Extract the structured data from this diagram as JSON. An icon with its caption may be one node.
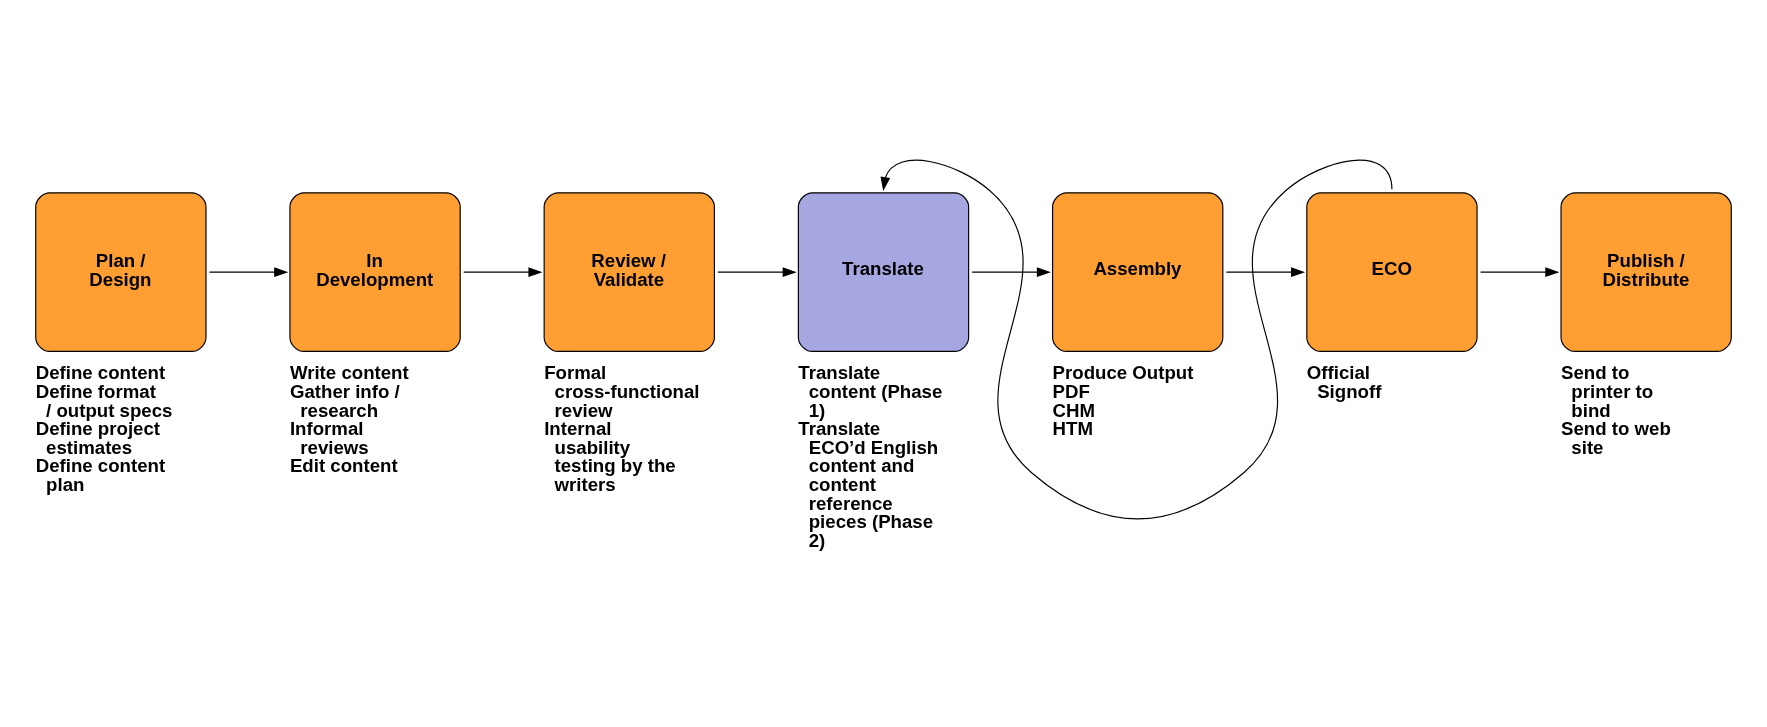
{
  "diagram": {
    "nodes": [
      {
        "text": [
          "Plan / Design"
        ],
        "beside": [
          "Define content",
          "Define format / output specs",
          "Define project estimates",
          "Define content plan"
        ]
      },
      {
        "text": [
          "In Development"
        ],
        "beside": [
          "Write content",
          "Gather info / research",
          "Informal reviews",
          "Edit content"
        ]
      },
      {
        "text": [
          "Review / Validate"
        ],
        "beside": [
          "Formal cross-functional review",
          "Internal usability testing by the writers"
        ]
      },
      {
        "text": [
          "Translate"
        ],
        "beside": [
          "Translate content (Phase 1)",
          "Translate ECO’d English content and content reference pieces (Phase 2)"
        ]
      },
      {
        "text": [
          "Assembly"
        ],
        "beside": [
          "Produce Output",
          "PDF",
          "CHM",
          "HTM"
        ]
      },
      {
        "text": [
          "ECO"
        ],
        "beside": [
          "Official Signoff"
        ]
      },
      {
        "text": [
          "Publish / Distribute"
        ],
        "beside": [
          "Send to printer to bind",
          "Send to web site"
        ]
      }
    ],
    "edges": [
      {
        "from": 0,
        "to": 1,
        "arrow": "to"
      },
      {
        "from": 1,
        "to": 2,
        "arrow": "to"
      },
      {
        "from": 2,
        "to": 3,
        "arrow": "to"
      },
      {
        "from": 3,
        "to": 4,
        "arrow": "to"
      },
      {
        "from": 4,
        "to": 5,
        "arrow": "to"
      },
      {
        "from": 5,
        "to": 6,
        "arrow": "to"
      },
      {
        "from": 5,
        "to": 3,
        "arrow": "to"
      }
    ]
  }
}
